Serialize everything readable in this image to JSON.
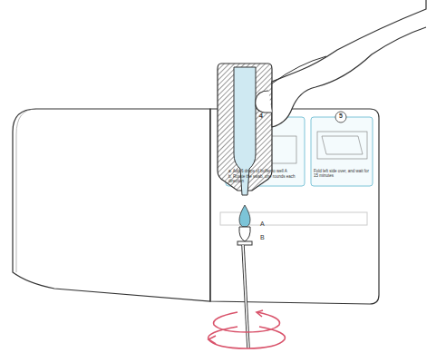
{
  "diagram": {
    "labels": [
      "4",
      "a. Add 6 drops of buffer to well A",
      "b. Rotate the swab, one rounds each direction",
      "5",
      "Fold left side over, and wait for 15 minutes",
      "A",
      "B"
    ]
  }
}
